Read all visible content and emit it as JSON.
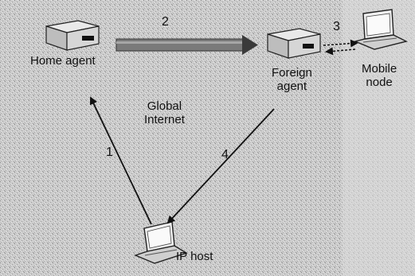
{
  "diagram": {
    "background": "#cfcfcf",
    "nodes": {
      "home_agent": "Home agent",
      "foreign_agent": "Foreign\nagent",
      "mobile_node": "Mobile\nnode",
      "ip_host": "IP host",
      "network": "Global\nInternet"
    },
    "arrows": {
      "a1": "1",
      "a2": "2",
      "a3": "3",
      "a4": "4"
    }
  }
}
